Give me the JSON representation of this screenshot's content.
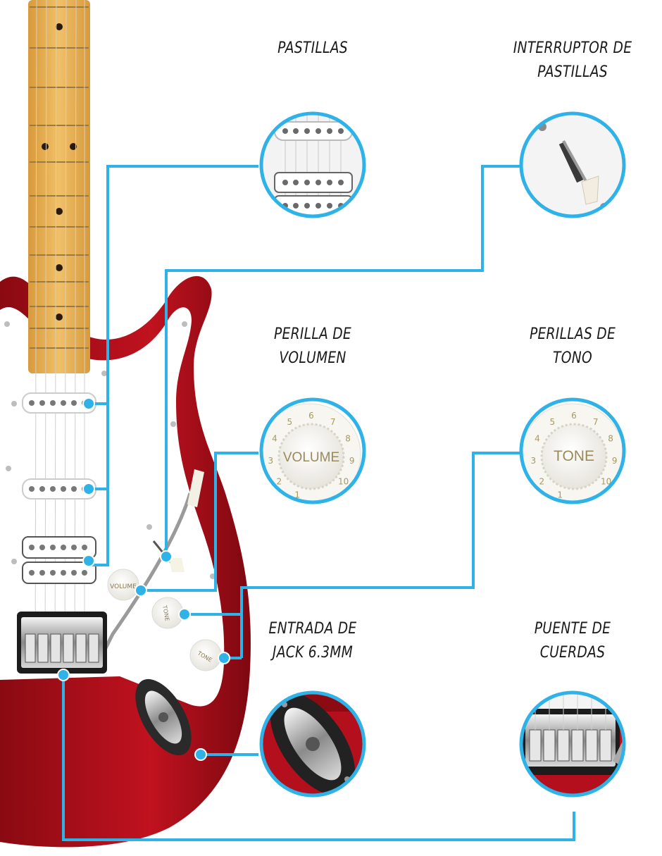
{
  "colors": {
    "accent": "#2eb2e8",
    "body_red": "#a80d18",
    "pickguard": "#ffffff",
    "neck_maple": "#e7b256"
  },
  "labels": {
    "pickups": [
      "PASTILLAS"
    ],
    "switch": [
      "INTERRUPTOR DE",
      "PASTILLAS"
    ],
    "volume": [
      "PERILLA DE",
      "VOLUMEN"
    ],
    "tone": [
      "PERILLAS DE",
      "TONO"
    ],
    "jack": [
      "ENTRADA DE",
      "JACK 6.3MM"
    ],
    "bridge": [
      "PUENTE DE",
      "CUERDAS"
    ]
  },
  "knob_text": {
    "volume": "VOLUME",
    "tone": "TONE",
    "numbers": [
      "1",
      "2",
      "3",
      "4",
      "5",
      "6",
      "7",
      "8",
      "9",
      "10"
    ]
  }
}
